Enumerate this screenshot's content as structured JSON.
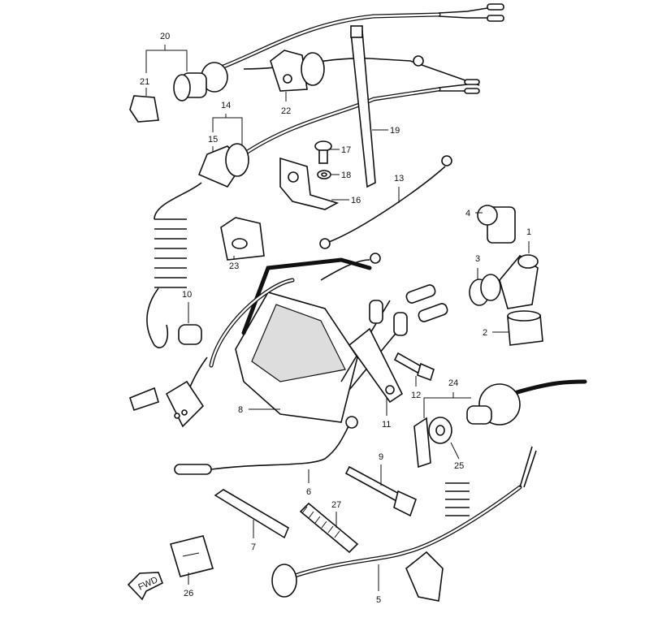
{
  "diagram": {
    "callouts": {
      "c1": "1",
      "c2": "2",
      "c3": "3",
      "c4": "4",
      "c5": "5",
      "c6": "6",
      "c7": "7",
      "c8": "8",
      "c9": "9",
      "c10": "10",
      "c11": "11",
      "c12": "12",
      "c13": "13",
      "c14": "14",
      "c15": "15",
      "c16": "16",
      "c17": "17",
      "c18": "18",
      "c19": "19",
      "c20": "20",
      "c21": "21",
      "c22": "22",
      "c23": "23",
      "c24": "24",
      "c25": "25",
      "c26": "26",
      "c27": "27"
    },
    "fwd_label": "FWD"
  }
}
